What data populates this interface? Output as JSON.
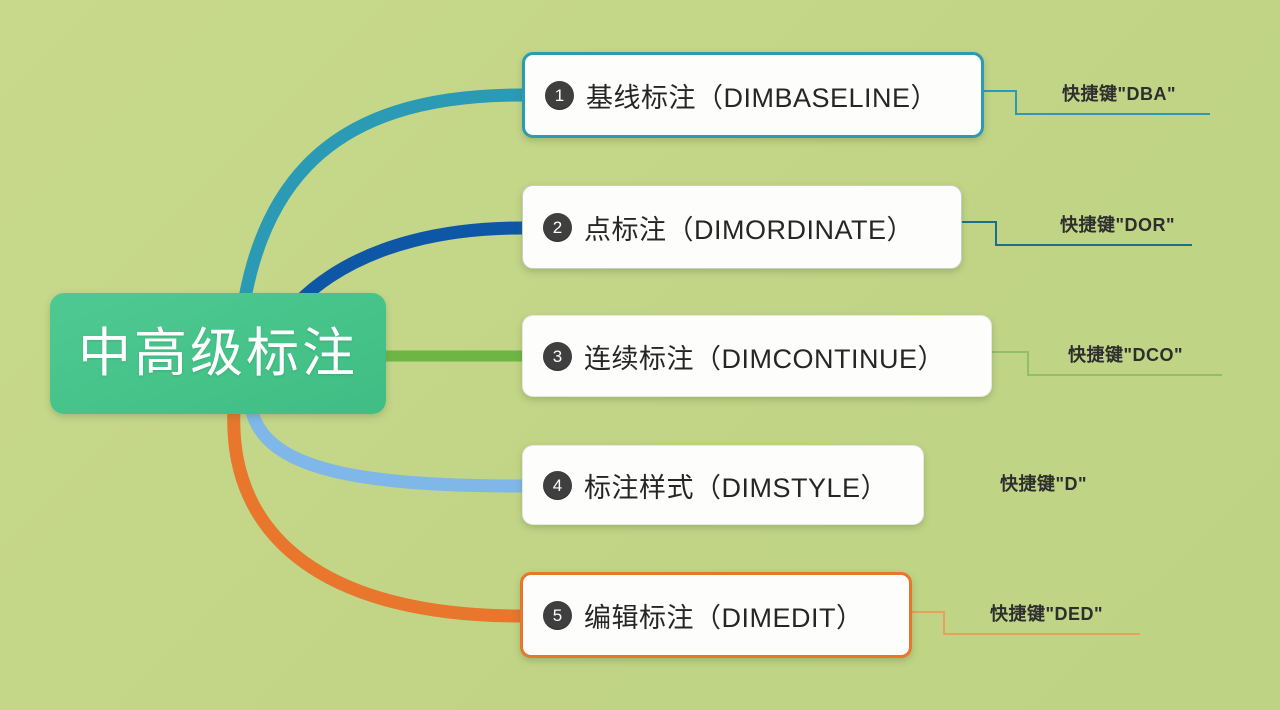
{
  "diagram": {
    "type": "mind-map",
    "background_color": "#c3d587",
    "central_node": {
      "label": "中高级标注",
      "text_color": "#ffffff",
      "fill_color": "#4ac48a"
    },
    "branches": [
      {
        "number": "1",
        "title": "基线标注（DIMBASELINE）",
        "shortcut": "快捷键\"DBA\"",
        "accent_color": "#2a9ab5",
        "has_colored_border": true,
        "has_underline": true,
        "connector_style": "curve"
      },
      {
        "number": "2",
        "title": "点标注（DIMORDINATE）",
        "shortcut": "快捷键\"DOR\"",
        "accent_color": "#0d57a6",
        "has_colored_border": false,
        "has_underline": true,
        "connector_style": "curve"
      },
      {
        "number": "3",
        "title": "连续标注（DIMCONTINUE）",
        "shortcut": "快捷键\"DCO\"",
        "accent_color": "#6fb543",
        "has_colored_border": false,
        "has_underline": true,
        "connector_style": "straight"
      },
      {
        "number": "4",
        "title": "标注样式（DIMSTYLE）",
        "shortcut": "快捷键\"D\"",
        "accent_color": "#7fb8e8",
        "has_colored_border": false,
        "has_underline": false,
        "connector_style": "curve"
      },
      {
        "number": "5",
        "title": "编辑标注（DIMEDIT）",
        "shortcut": "快捷键\"DED\"",
        "accent_color": "#e8762c",
        "has_colored_border": true,
        "has_underline": true,
        "connector_style": "curve"
      }
    ]
  }
}
